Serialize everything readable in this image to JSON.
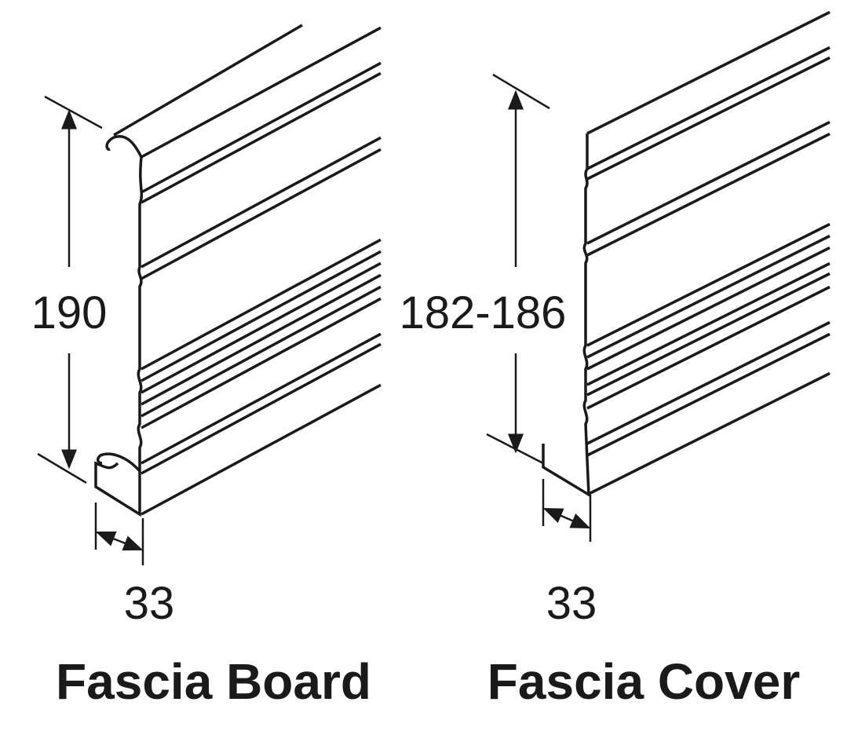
{
  "fascia_board": {
    "height_label": "190",
    "width_label": "33",
    "title": "Fascia Board"
  },
  "fascia_cover": {
    "height_label": "182-186",
    "width_label": "33",
    "title": "Fascia Cover"
  },
  "colors": {
    "line": "#1a1a1a",
    "background": "#ffffff"
  }
}
